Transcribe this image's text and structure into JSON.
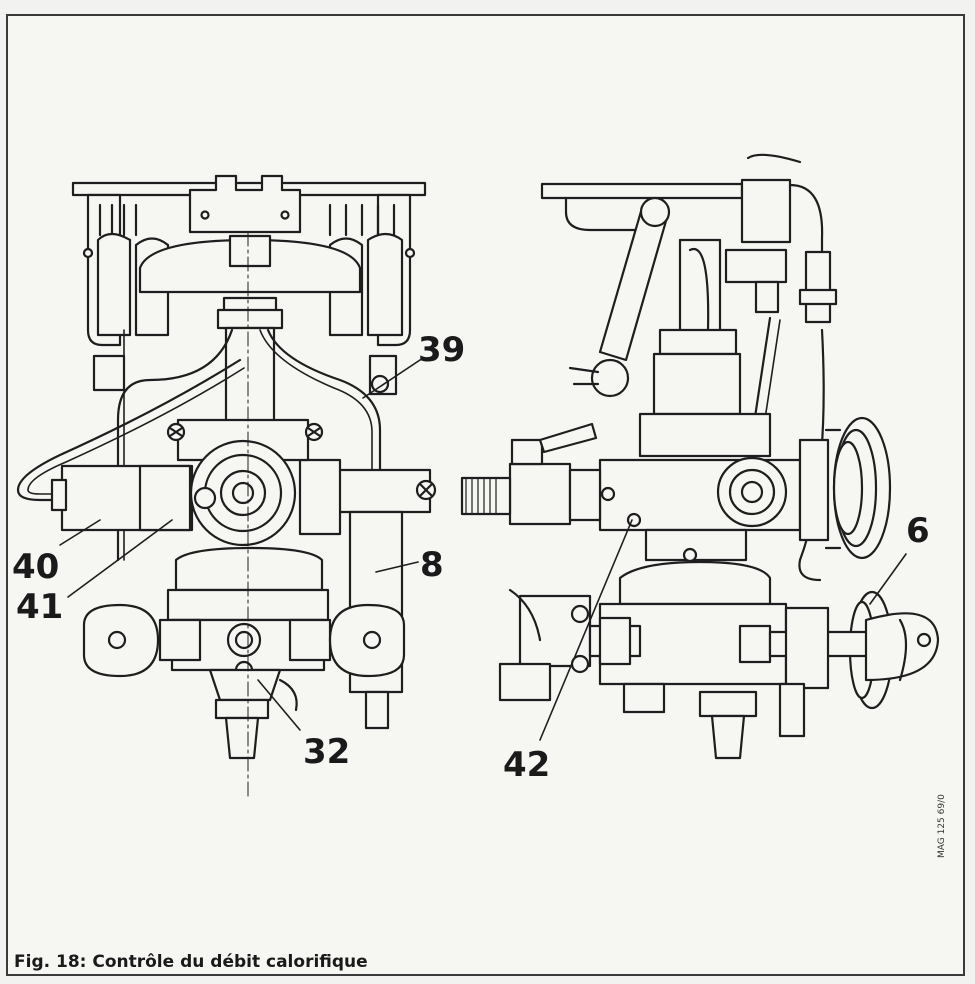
{
  "figure": {
    "callouts": {
      "c39": "39",
      "c40": "40",
      "c41": "41",
      "c8": "8",
      "c32": "32",
      "c42": "42",
      "c6": "6"
    },
    "caption": "Fig. 18: Contrôle du débit calorifique",
    "reference_code": "MAG 125 69/0"
  }
}
